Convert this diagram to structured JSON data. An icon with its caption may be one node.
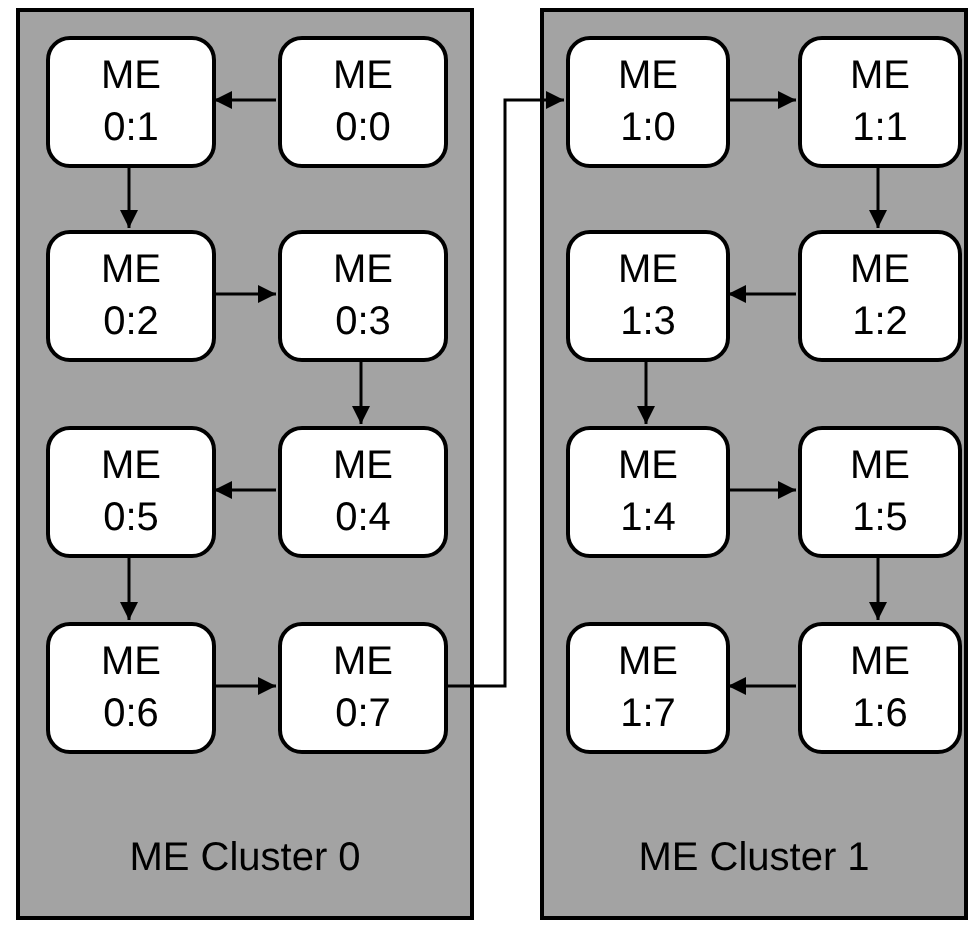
{
  "diagram": {
    "nodes": [
      {
        "text": [
          "ME Cluster 0"
        ]
      },
      {
        "text": [
          "ME 0:0"
        ],
        "in": 0
      },
      {
        "text": [
          "ME 0:1"
        ],
        "in": 0
      },
      {
        "text": [
          "ME 0:2"
        ],
        "in": 0
      },
      {
        "text": [
          "ME 0:3"
        ],
        "in": 0
      },
      {
        "text": [
          "ME 0:4"
        ],
        "in": 0
      },
      {
        "text": [
          "ME 0:5"
        ],
        "in": 0
      },
      {
        "text": [
          "ME 0:6"
        ],
        "in": 0
      },
      {
        "text": [
          "ME 0:7"
        ],
        "in": 0
      },
      {
        "text": [
          "ME Cluster 1"
        ]
      },
      {
        "text": [
          "ME 1:0"
        ],
        "in": 9
      },
      {
        "text": [
          "ME 1:1"
        ],
        "in": 9
      },
      {
        "text": [
          "ME 1:2"
        ],
        "in": 9
      },
      {
        "text": [
          "ME 1:3"
        ],
        "in": 9
      },
      {
        "text": [
          "ME 1:4"
        ],
        "in": 9
      },
      {
        "text": [
          "ME 1:5"
        ],
        "in": 9
      },
      {
        "text": [
          "ME 1:6"
        ],
        "in": 9
      },
      {
        "text": [
          "ME 1:7"
        ],
        "in": 9
      }
    ],
    "edges": [
      {
        "from": 1,
        "to": 2,
        "arrow": "to"
      },
      {
        "from": 2,
        "to": 3,
        "arrow": "to"
      },
      {
        "from": 3,
        "to": 4,
        "arrow": "to"
      },
      {
        "from": 4,
        "to": 5,
        "arrow": "to"
      },
      {
        "from": 5,
        "to": 6,
        "arrow": "to"
      },
      {
        "from": 6,
        "to": 7,
        "arrow": "to"
      },
      {
        "from": 7,
        "to": 8,
        "arrow": "to"
      },
      {
        "from": 8,
        "to": 10,
        "arrow": "to"
      },
      {
        "from": 10,
        "to": 11,
        "arrow": "to"
      },
      {
        "from": 11,
        "to": 12,
        "arrow": "to"
      },
      {
        "from": 12,
        "to": 13,
        "arrow": "to"
      },
      {
        "from": 13,
        "to": 14,
        "arrow": "to"
      },
      {
        "from": 14,
        "to": 15,
        "arrow": "to"
      },
      {
        "from": 15,
        "to": 16,
        "arrow": "to"
      },
      {
        "from": 16,
        "to": 17,
        "arrow": "to"
      }
    ]
  }
}
